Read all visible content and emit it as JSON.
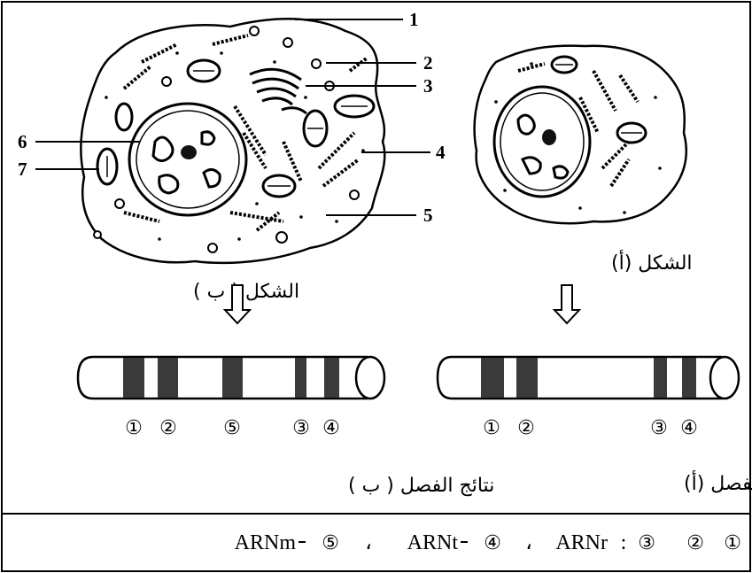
{
  "labels": {
    "l1": "1",
    "l2": "2",
    "l3": "3",
    "l4": "4",
    "l5": "5",
    "l6": "6",
    "l7": "7"
  },
  "figures": {
    "a": "الشكل (أ)",
    "b": "الشكل ( ب )"
  },
  "results": {
    "a": "نتائج الفصل (أ)",
    "b": "نتائج الفصل ( ب )"
  },
  "bands": {
    "b": [
      "①",
      "②",
      "⑤",
      "③",
      "④"
    ],
    "a": [
      "①",
      "②",
      "③",
      "④"
    ]
  },
  "legend": {
    "c1": "①",
    "c2": "②",
    "c3": "③",
    "sep1": ":",
    "t1": "ARNr",
    "sep2": "،",
    "c4": "④",
    "t2": "ARNt",
    "sep3": "،",
    "c5": "⑤",
    "t3": "ARNm"
  }
}
